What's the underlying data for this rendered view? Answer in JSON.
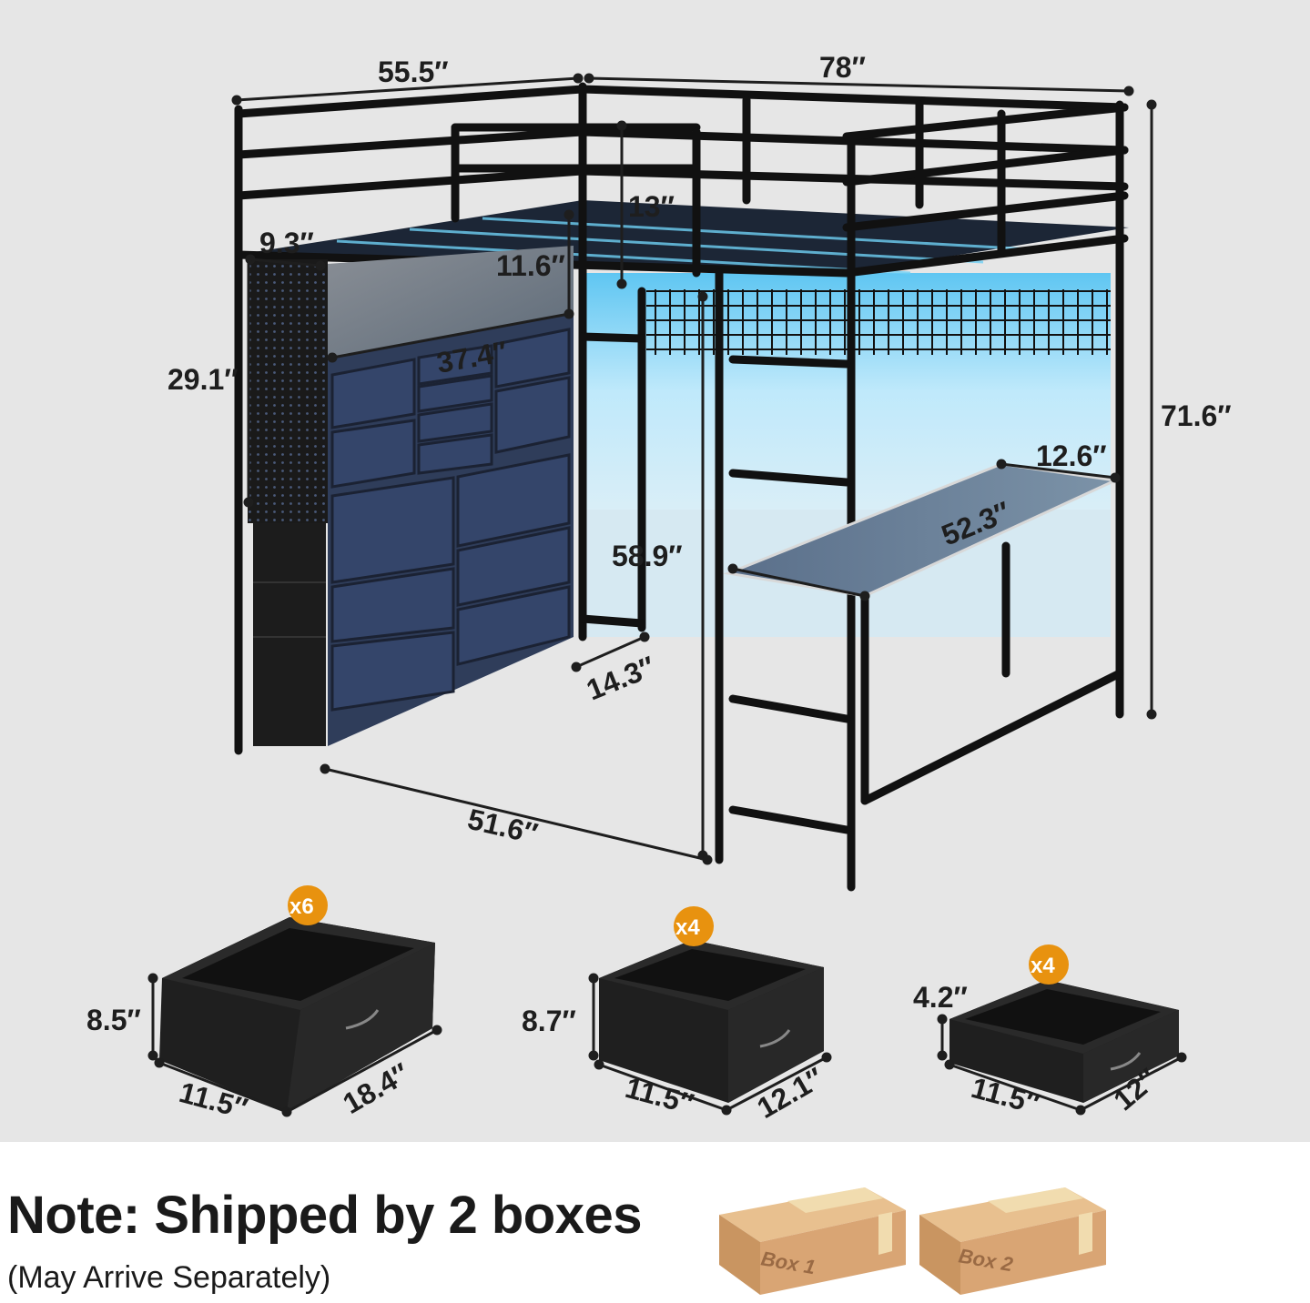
{
  "bed_dimensions": {
    "width": "55.5″",
    "length": "78″",
    "total_height": "71.6″",
    "guardrail_height": "13″",
    "shelf_depth": "9.3″",
    "shelf_height": "11.6″",
    "shelf_width": "37.4″",
    "pegboard_height": "29.1″",
    "under_bed_clearance": "58.9″",
    "dresser_depth": "14.3″",
    "dresser_length": "51.6″",
    "desk_depth": "12.6″",
    "desk_length": "52.3″"
  },
  "drawers": [
    {
      "count": "x6",
      "height": "8.5″",
      "width": "11.5″",
      "depth": "18.4″"
    },
    {
      "count": "x4",
      "height": "8.7″",
      "width": "11.5″",
      "depth": "12.1″"
    },
    {
      "count": "x4",
      "height": "4.2″",
      "width": "11.5″",
      "depth": "12″"
    }
  ],
  "note": {
    "title": "Note: Shipped by 2 boxes",
    "subtitle": "(May Arrive Separately)"
  },
  "boxes": [
    "Box 1",
    "Box 2"
  ],
  "colors": {
    "background": "#e6e6e6",
    "frame": "#111111",
    "drawer_fabric": "#2f3d5a",
    "led_glow": "#6fd0f5",
    "badge": "#e8920f",
    "cardboard": "#d9a574"
  }
}
